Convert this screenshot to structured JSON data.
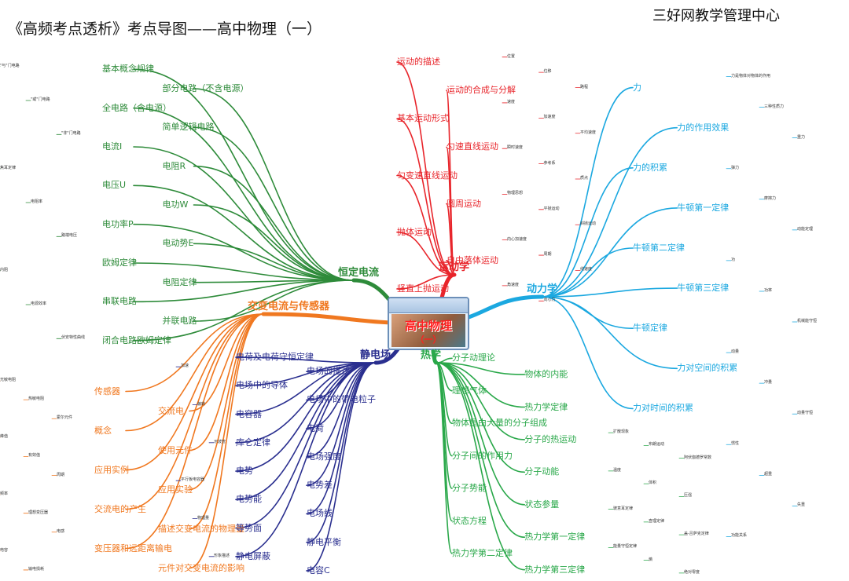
{
  "header": {
    "title": "《高频考点透析》考点导图——高中物理（一）",
    "organization": "三好网教学管理中心"
  },
  "center": {
    "title": "高中物理",
    "subtitle": "（一）"
  },
  "colors": {
    "kinematics": "#e8252b",
    "dynamics": "#1ba8e0",
    "current": "#2e8b3a",
    "ac": "#f07820",
    "electrostatics": "#2a2f8f",
    "thermal": "#2aa84a"
  },
  "branches": {
    "kinematics": {
      "label": "运动学",
      "subs": [
        "运动的描述",
        "运动的合成与分解",
        "基本运动形式",
        "匀速直线运动",
        "匀变速直线运动",
        "圆周运动",
        "抛体运动",
        "自由落体运动",
        "竖直上抛运动"
      ],
      "leaves": [
        "位置",
        "位移",
        "路程",
        "速度",
        "加速度",
        "平均速度",
        "瞬时速度",
        "参考系",
        "质点",
        "物理思想",
        "平抛运动",
        "斜抛运动",
        "向心加速度",
        "周期",
        "线速度",
        "角速度",
        "向心力"
      ]
    },
    "dynamics": {
      "label": "动力学",
      "subs": [
        "力",
        "力的作用效果",
        "力的积累",
        "牛顿第一定律",
        "牛顿第二定律",
        "牛顿第三定律",
        "牛顿定律",
        "力对空间的积累",
        "力对时间的积累"
      ],
      "leaves": [
        "力是物体对物体的作用",
        "三种性质力",
        "重力",
        "弹力",
        "摩擦力",
        "动能定理",
        "功",
        "功率",
        "机械能守恒",
        "动量",
        "冲量",
        "动量守恒",
        "惯性",
        "超重",
        "失重",
        "功能关系"
      ]
    },
    "current": {
      "label": "恒定电流",
      "subs": [
        "基本概念规律",
        "部分电路（不含电源）",
        "全电路（含电源）",
        "简单逻辑电路",
        "电流I",
        "电阻R",
        "电压U",
        "电功W",
        "电功率P",
        "电动势E",
        "欧姆定律",
        "电阻定律",
        "串联电路",
        "并联电路",
        "闭合电路欧姆定律"
      ],
      "leaves": [
        "\"与\"门电路",
        "\"或\"门电路",
        "\"非\"门电路",
        "焦耳定律",
        "电阻率",
        "路端电压",
        "内阻",
        "电源效率",
        "伏安特性曲线"
      ]
    },
    "ac": {
      "label": "交变电流与传感器",
      "subs": [
        "传感器",
        "交流电",
        "概念",
        "使用元件",
        "应用实例",
        "应用实验",
        "交流电的产生",
        "描述交变电流的物理量",
        "变压器和远距离输电",
        "元件对交变电流的影响"
      ],
      "leaves": [
        "光敏电阻",
        "热敏电阻",
        "霍尔元件",
        "峰值",
        "有效值",
        "周期",
        "频率",
        "理想变压器",
        "电感",
        "电容",
        "输电损耗"
      ]
    },
    "electrostatics": {
      "label": "静电场",
      "subs": [
        "电荷及电荷守恒定律",
        "电场的描述",
        "电场中的导体",
        "电场中的带电粒子",
        "电容器",
        "电荷",
        "库仑定律",
        "电场强度",
        "电势",
        "电势差",
        "电势能",
        "电场线",
        "等势面",
        "静电平衡",
        "静电屏蔽",
        "电容C"
      ],
      "leaves": [
        "加速",
        "偏转",
        "示波管",
        "平行板电容器",
        "物理量",
        "形象描述"
      ]
    },
    "thermal": {
      "label": "热学",
      "subs": [
        "分子动理论",
        "物体的内能",
        "理想气体",
        "热力学定律",
        "物体是由大量的分子组成",
        "分子的热运动",
        "分子间的作用力",
        "分子动能",
        "分子势能",
        "状态参量",
        "状态方程",
        "热力学第一定律",
        "热力学第二定律",
        "热力学第三定律"
      ],
      "leaves": [
        "扩散现象",
        "布朗运动",
        "阿伏伽德罗常数",
        "温度",
        "体积",
        "压强",
        "玻意耳定律",
        "查理定律",
        "盖-吕萨克定律",
        "能量守恒定律",
        "熵",
        "绝对零度"
      ]
    }
  }
}
